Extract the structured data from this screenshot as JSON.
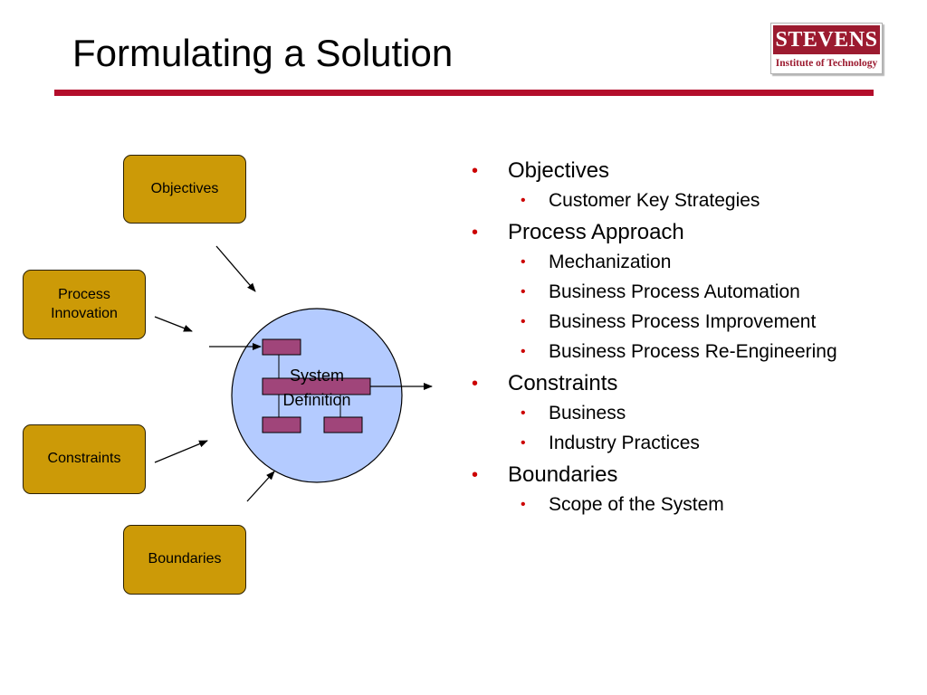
{
  "slide": {
    "title": "Formulating a Solution"
  },
  "logo": {
    "name": "STEVENS",
    "subtitle": "Institute of Technology",
    "color": "#9c1b30"
  },
  "diagram": {
    "boxes": {
      "objectives": "Objectives",
      "process": "Process\nInnovation",
      "constraints": "Constraints",
      "boundaries": "Boundaries"
    },
    "center_label": "System\nDefinition",
    "box_color": "#cc9a07",
    "circle_color": "#b4cbff",
    "block_color": "#a0457a"
  },
  "bullets": [
    {
      "text": "Objectives",
      "sub": [
        "Customer Key Strategies"
      ]
    },
    {
      "text": "Process Approach",
      "sub": [
        "Mechanization",
        "Business Process Automation",
        "Business Process Improvement",
        "Business Process Re-Engineering"
      ]
    },
    {
      "text": "Constraints",
      "sub": [
        "Business",
        "Industry Practices"
      ]
    },
    {
      "text": "Boundaries",
      "sub": [
        "Scope of the System"
      ]
    }
  ],
  "colors": {
    "accent_rule": "#b30d2b",
    "bullet": "#cc0000"
  }
}
